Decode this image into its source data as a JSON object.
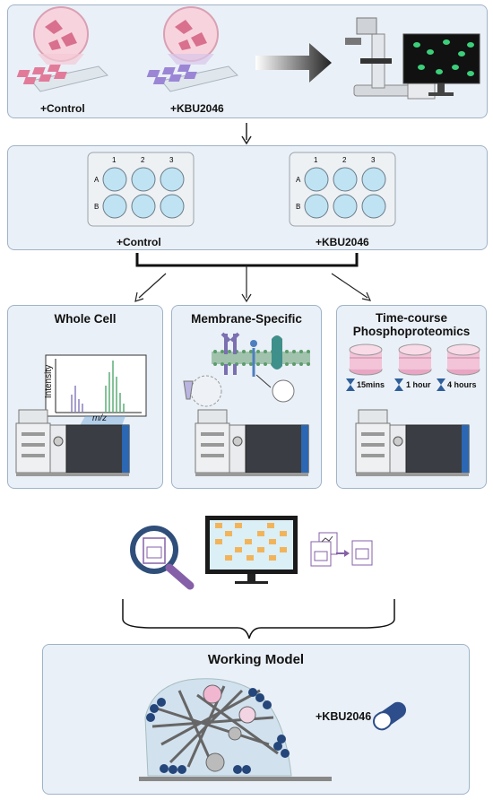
{
  "top_panel": {
    "control_label": "+Control",
    "kbu_label": "+KBU2046"
  },
  "plate_panel": {
    "control_label": "+Control",
    "kbu_label": "+KBU2046",
    "col_labels": [
      "1",
      "2",
      "3"
    ],
    "row_labels": [
      "A",
      "B"
    ]
  },
  "whole_cell": {
    "title": "Whole Cell",
    "y_axis": "Intensity",
    "x_axis": "m/z"
  },
  "membrane": {
    "title": "Membrane-Specific"
  },
  "timecourse": {
    "title_line1": "Time-course",
    "title_line2": "Phosphoproteomics",
    "times": [
      "15mins",
      "1 hour",
      "4 hours"
    ]
  },
  "model": {
    "title": "Working Model",
    "drug_label": "+KBU2046"
  },
  "colors": {
    "panel_bg": "#eaf0f7",
    "panel_border": "#9fb3c8",
    "cell_pink": "#e9a3b8",
    "well_blue": "#bfe3f2",
    "drug_blue": "#2d4e8a"
  }
}
